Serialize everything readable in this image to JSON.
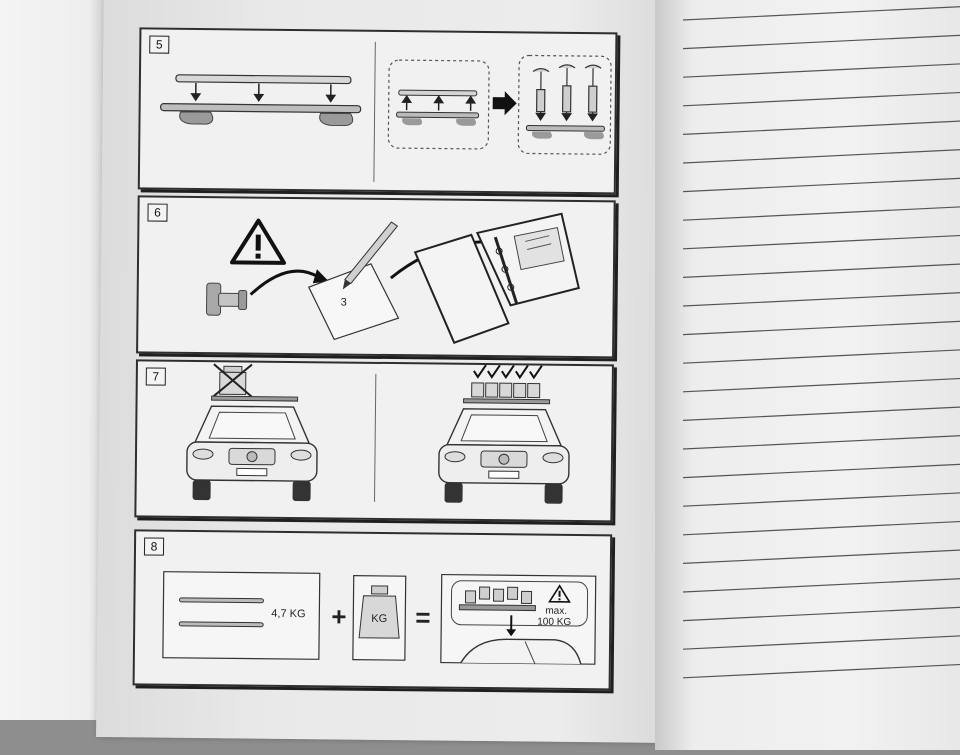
{
  "panels": [
    {
      "number": "5"
    },
    {
      "number": "6",
      "note_number": "3"
    },
    {
      "number": "7"
    },
    {
      "number": "8",
      "rack_weight": "4,7 KG",
      "plus_symbol": "+",
      "weight_label": "KG",
      "equals_symbol": "=",
      "max_label": "max.",
      "max_value": "100 KG"
    }
  ],
  "notebook": {
    "line_count": 24
  },
  "colors": {
    "ink": "#222222",
    "paper": "#f1f1f1",
    "lined_paper": "#f2f2f2",
    "ruling": "#555555"
  }
}
